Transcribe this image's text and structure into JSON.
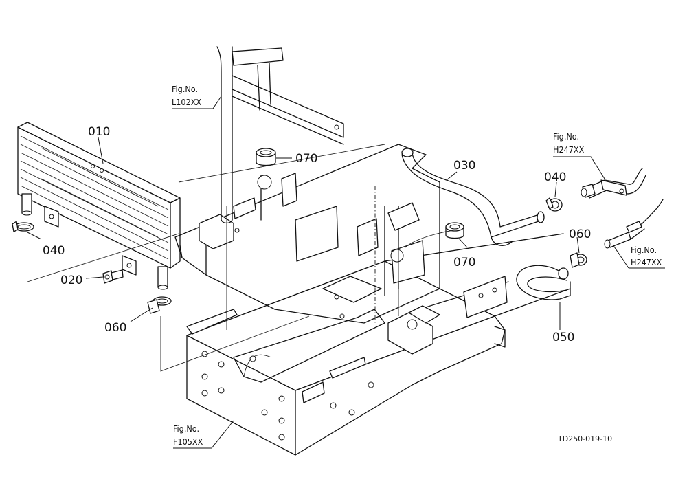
{
  "parts": [
    {
      "id": "label-010",
      "text": "010"
    },
    {
      "id": "label-020",
      "text": "020"
    },
    {
      "id": "label-030",
      "text": "030"
    },
    {
      "id": "label-040a",
      "text": "040"
    },
    {
      "id": "label-040b",
      "text": "040"
    },
    {
      "id": "label-050",
      "text": "050"
    },
    {
      "id": "label-060a",
      "text": "060"
    },
    {
      "id": "label-060b",
      "text": "060"
    },
    {
      "id": "label-070a",
      "text": "070"
    },
    {
      "id": "label-070b",
      "text": "070"
    }
  ],
  "figure_refs": [
    {
      "heading": "Fig.No.",
      "code": "L102XX"
    },
    {
      "heading": "Fig.No.",
      "code": "H247XX"
    },
    {
      "heading": "Fig.No.",
      "code": "H247XX"
    },
    {
      "heading": "Fig.No.",
      "code": "F105XX"
    }
  ],
  "drawing_code": "TD250-019-10"
}
